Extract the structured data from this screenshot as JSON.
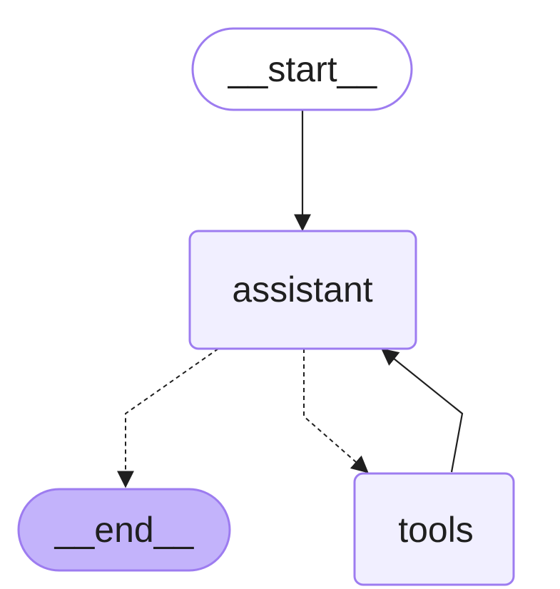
{
  "nodes": {
    "start": {
      "label": "__start__",
      "shape": "stadium",
      "fill": "#ffffff",
      "stroke": "#9d7cf0"
    },
    "assistant": {
      "label": "assistant",
      "shape": "rounded-rect",
      "fill": "#f1efff",
      "stroke": "#9d7cf0"
    },
    "end": {
      "label": "__end__",
      "shape": "stadium",
      "fill": "#c3b3fb",
      "stroke": "#9d7cf0"
    },
    "tools": {
      "label": "tools",
      "shape": "rounded-rect",
      "fill": "#f1efff",
      "stroke": "#9d7cf0"
    }
  },
  "edges": [
    {
      "from": "start",
      "to": "assistant",
      "style": "solid"
    },
    {
      "from": "assistant",
      "to": "end",
      "style": "dashed"
    },
    {
      "from": "assistant",
      "to": "tools",
      "style": "dashed"
    },
    {
      "from": "tools",
      "to": "assistant",
      "style": "solid"
    }
  ],
  "colors": {
    "edge": "#1f1f1f",
    "text": "#1f1f1f",
    "background": "#ffffff"
  }
}
